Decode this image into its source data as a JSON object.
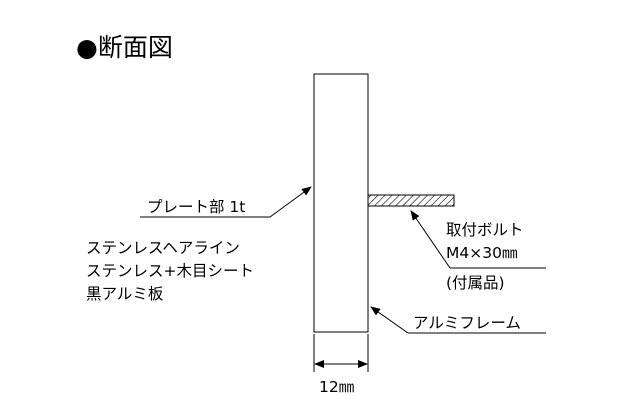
{
  "title": "●断面図",
  "labels": {
    "plate": "プレート部 1t",
    "materials": [
      "ステンレスヘアライン",
      "ステンレス+木目シート",
      "黒アルミ板"
    ],
    "bolt_line1": "取付ボルト",
    "bolt_line2": "M4×30㎜",
    "bolt_line3": "(付属品)",
    "frame": "アルミフレーム",
    "width": "12㎜"
  }
}
